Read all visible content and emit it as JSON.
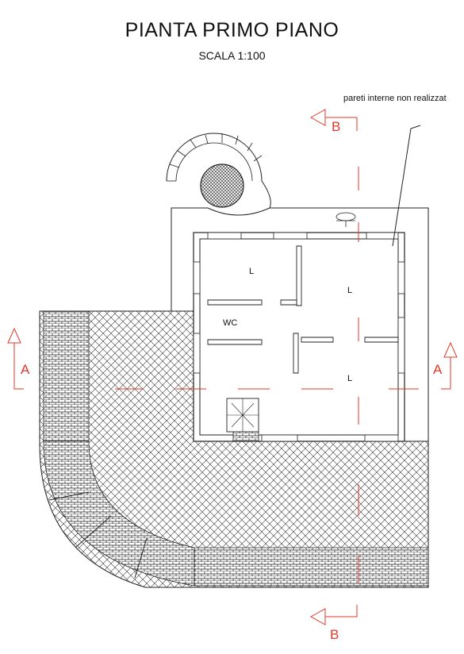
{
  "title": "PIANTA PRIMO PIANO",
  "scale": "SCALA 1:100",
  "note": "pareti interne non realizzat",
  "sections": {
    "a_left": "A",
    "a_right": "A",
    "b_top": "B",
    "b_bottom": "B"
  },
  "rooms": {
    "l1": "L",
    "l2": "L",
    "l3": "L",
    "wc": "WC"
  },
  "colors": {
    "section_red": "#e03a2a",
    "line": "#222222"
  }
}
